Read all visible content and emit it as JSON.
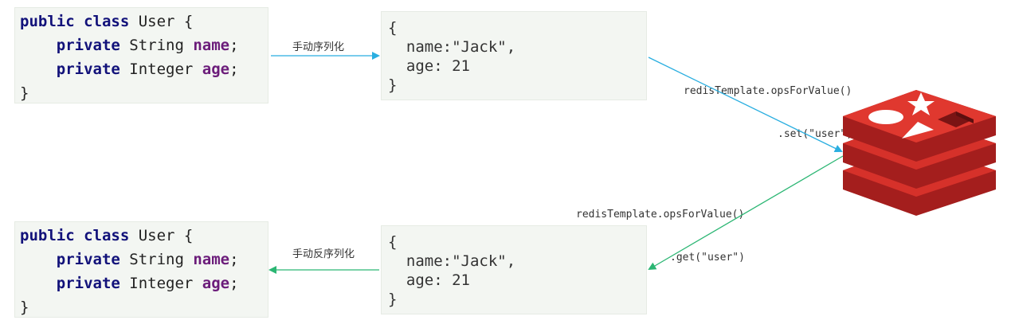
{
  "class_top": {
    "line1": {
      "kw": "public class",
      "rest": " User {"
    },
    "line2": {
      "kw": "private",
      "type": " String ",
      "field": "name",
      "end": ";"
    },
    "line3": {
      "kw": "private",
      "type": " Integer ",
      "field": "age",
      "end": ";"
    },
    "line4": "}"
  },
  "class_bottom": {
    "line1": {
      "kw": "public class",
      "rest": " User {"
    },
    "line2": {
      "kw": "private",
      "type": " String ",
      "field": "name",
      "end": ";"
    },
    "line3": {
      "kw": "private",
      "type": " Integer ",
      "field": "age",
      "end": ";"
    },
    "line4": "}"
  },
  "json_top": {
    "open": "{",
    "name_line": "name:\"Jack\",",
    "age_line": "age: 21",
    "close": "}"
  },
  "json_bottom": {
    "open": "{",
    "name_line": "name:\"Jack\",",
    "age_line": "age: 21",
    "close": "}"
  },
  "labels": {
    "serialize": "手动序列化",
    "deserialize": "手动反序列化",
    "set_line1": "redisTemplate.opsForValue()",
    "set_line2": ".set(\"user\", jsonStr)",
    "get_line1": "redisTemplate.opsForValue()",
    "get_line2": ".get(\"user\")"
  },
  "colors": {
    "arrow_top": "#29aee0",
    "arrow_bottom": "#2bb673",
    "redis_red": "#d6312a"
  },
  "icons": {
    "redis": "redis-logo-icon"
  }
}
